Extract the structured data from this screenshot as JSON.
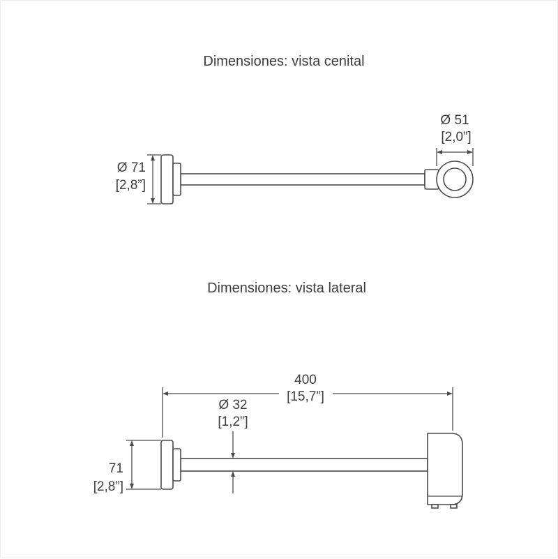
{
  "page": {
    "background_color": "#ffffff",
    "line_color": "#4a4a4a",
    "text_color": "#3d3d3d"
  },
  "top_view": {
    "title": "Dimensiones: vista cenital",
    "flange_diameter": {
      "value": "Ø 71",
      "imperial": "[2,8”]"
    },
    "ring_diameter": {
      "value": "Ø 51",
      "imperial": "[2,0”]"
    }
  },
  "side_view": {
    "title": "Dimensiones: vista lateral",
    "length": {
      "value": "400",
      "imperial": "[15,7”]"
    },
    "tube_diameter": {
      "value": "Ø 32",
      "imperial": "[1,2”]"
    },
    "flange_height": {
      "value": "71",
      "imperial": "[2,8”]"
    }
  }
}
